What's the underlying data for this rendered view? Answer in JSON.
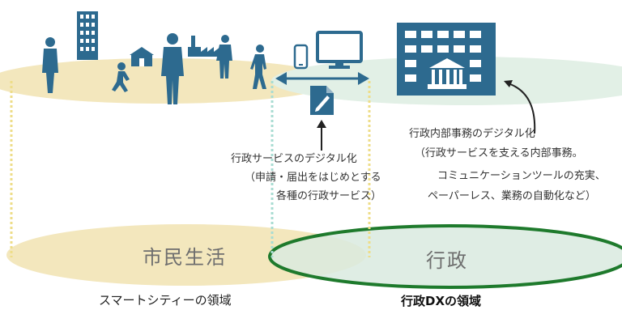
{
  "colors": {
    "citizen_fill": "#f3e7bd",
    "gov_fill": "#d9eadf",
    "gov_outline": "#1e7a2c",
    "icon_blue": "#2d6a8f",
    "arrow_dark": "#222222",
    "dotted_yellow": "#eedd88",
    "dotted_teal": "#a8dcd2"
  },
  "icons": [
    "person-icon",
    "building-icon",
    "house-icon",
    "factory-icon",
    "smartphone-icon",
    "monitor-icon",
    "document-pen-icon",
    "government-building-icon"
  ],
  "labels": {
    "citizen_life": "市民生活",
    "government": "行政",
    "smart_city_caption": "スマートシティーの領域",
    "gov_dx_caption": "行政DXの領域"
  },
  "service_note": {
    "line1": "行政サービスのデジタル化",
    "line2": "（申請・届出をはじめとする",
    "line3": "各種の行政サービス）"
  },
  "internal_note": {
    "line1": "行政内部事務のデジタル化",
    "line2": "（行政サービスを支える内部事務。",
    "line3": "コミュニケーションツールの充実、",
    "line4": "ペーパーレス、業務の自動化など）"
  }
}
